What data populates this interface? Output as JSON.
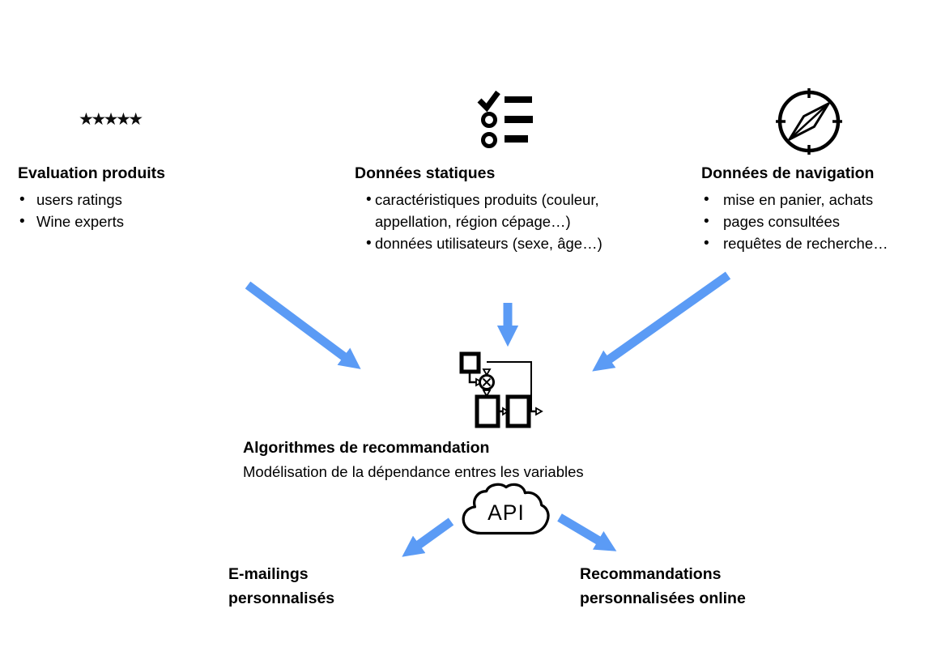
{
  "sources": [
    {
      "icon": "five-stars",
      "stars": "★★★★★",
      "title": "Evaluation produits",
      "bullets": [
        "users ratings",
        "Wine experts"
      ]
    },
    {
      "icon": "checklist",
      "title": "Données statiques",
      "bullets": [
        "caractéristiques produits (couleur, appellation, région cépage…)",
        "données utilisateurs (sexe, âge…)"
      ]
    },
    {
      "icon": "compass",
      "title": "Données de navigation",
      "bullets": [
        "mise en panier, achats",
        "pages consultées",
        "requêtes de recherche…"
      ]
    }
  ],
  "center": {
    "icon": "flowchart-blocks",
    "title": "Algorithmes de recommandation",
    "subtitle": "Modélisation de la dépendance entres les variables"
  },
  "api": {
    "icon": "cloud",
    "label": "API"
  },
  "outputs": [
    {
      "label": "E-mailings personnalisés"
    },
    {
      "label": "Recommandations personnalisées online"
    }
  ],
  "colors": {
    "arrow_blue": "#5B9BF5",
    "text": "#000000"
  }
}
